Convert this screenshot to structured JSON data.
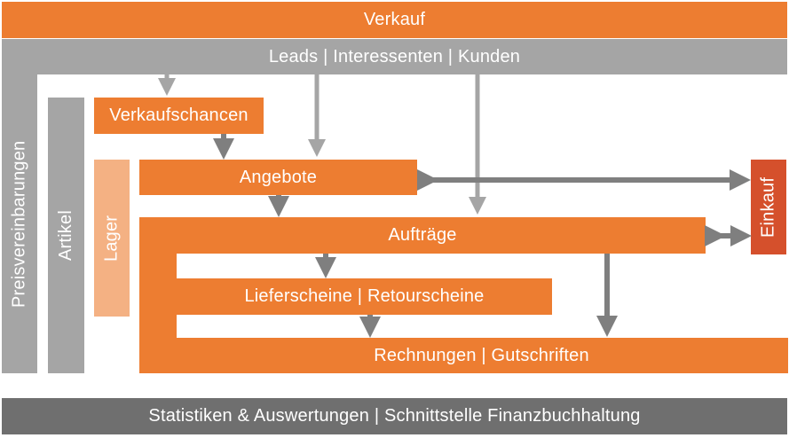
{
  "header": {
    "verkauf": "Verkauf"
  },
  "leads_bar": {
    "label": "Leads | Interessenten | Kunden"
  },
  "side": {
    "preisvereinbarungen": "Preisvereinbarungen",
    "artikel": "Artikel",
    "lager": "Lager"
  },
  "flow": {
    "verkaufschancen": "Verkaufschancen",
    "angebote": "Angebote",
    "auftraege": "Aufträge",
    "lieferscheine": "Lieferscheine | Retourscheine",
    "rechnungen": "Rechnungen | Gutschriften"
  },
  "einkauf": "Einkauf",
  "footer": {
    "label": "Statistiken & Auswertungen | Schnittstelle Finanzbuchhaltung"
  },
  "colors": {
    "orange": "#ED7D31",
    "gray": "#A5A5A5",
    "dark_gray": "#6F6F6F",
    "red": "#D5502C",
    "peach": "#F4B183",
    "arrow": "#7F7F7F"
  }
}
